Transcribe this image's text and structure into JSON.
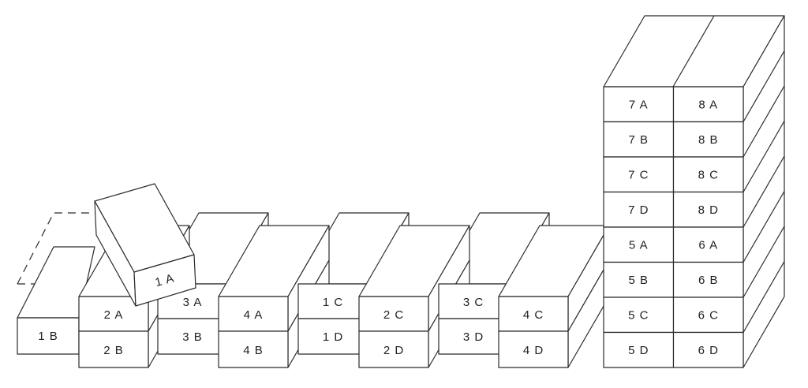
{
  "colors": {
    "stroke": "#2b2b2b",
    "face": "#ffffff",
    "text": "#222222"
  },
  "blocks": {
    "b1B": "1 B",
    "b2A": "2 A",
    "b2B": "2 B",
    "b3A": "3 A",
    "b3B": "3 B",
    "b4A": "4 A",
    "b4B": "4 B",
    "b1C": "1 C",
    "b1D": "1 D",
    "b2C": "2 C",
    "b2D": "2 D",
    "b3C": "3 C",
    "b3D": "3 D",
    "b4C": "4 C",
    "b4D": "4 D",
    "b1A": "1 A"
  },
  "tower": {
    "rows": [
      [
        "7 A",
        "8 A"
      ],
      [
        "7 B",
        "8 B"
      ],
      [
        "7 C",
        "8 C"
      ],
      [
        "7 D",
        "8 D"
      ],
      [
        "5 A",
        "6 A"
      ],
      [
        "5 B",
        "6 B"
      ],
      [
        "5 C",
        "6 C"
      ],
      [
        "5 D",
        "6 D"
      ]
    ]
  }
}
